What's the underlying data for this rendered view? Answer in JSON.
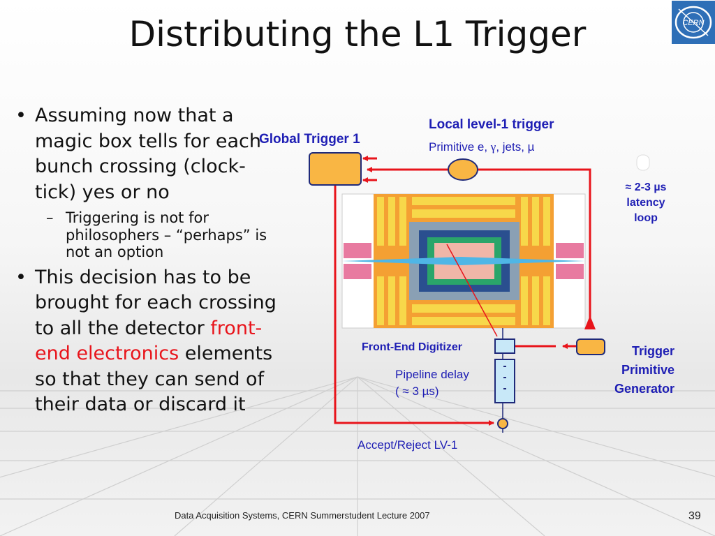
{
  "title": "Distributing the L1 Trigger",
  "logo_text": "CERN",
  "bullets": {
    "b1": "Assuming now that a magic box tells for each bunch crossing (clock-tick) yes or no",
    "b1_sub": "Triggering is not for philosophers – “perhaps” is not an option",
    "b2_before": "This decision has to be brought for each crossing to all the detector ",
    "b2_highlight": "front-end electronics",
    "b2_after": " elements so that they can send of their data or discard it"
  },
  "diagram": {
    "global_trigger": "Global Trigger 1",
    "local_trigger": "Local level-1 trigger",
    "primitive_before": "Primitive e, ",
    "primitive_gamma": "γ",
    "primitive_after": ", jets, µ",
    "latency_1": "≈ 2-3 µs",
    "latency_2": "latency",
    "latency_3": "loop",
    "front_end": "Front-End Digitizer",
    "pipeline_1": "Pipeline delay",
    "pipeline_2": "( ≈ 3 µs)",
    "trigger_prim_1": "Trigger",
    "trigger_prim_2": "Primitive",
    "trigger_prim_3": "Generator",
    "accept_reject": "Accept/Reject LV-1"
  },
  "footer": "Data Acquisition Systems, CERN Summerstudent Lecture 2007",
  "page_number": "39",
  "colors": {
    "signal_red": "#e8141b",
    "label_blue": "#1e1eb4",
    "box_orange": "#f9b644",
    "pipeline_blue": "#c8e8f8"
  }
}
